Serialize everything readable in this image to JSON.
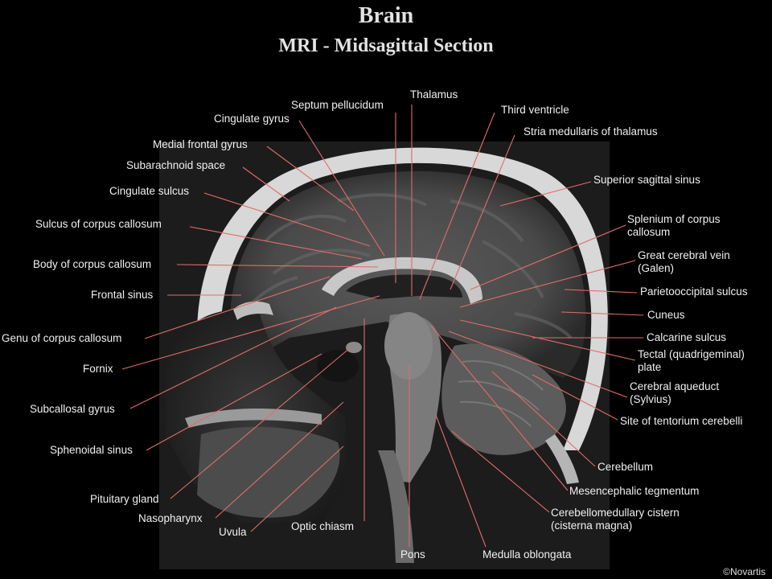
{
  "title": "Brain",
  "subtitle": "MRI - Midsagittal Section",
  "copyright": "©Novartis",
  "labels": {
    "thalamus": "Thalamus",
    "septum_pellucidum": "Septum pellucidum",
    "cingulate_gyrus": "Cingulate gyrus",
    "third_ventricle": "Third ventricle",
    "stria_medullaris": "Stria medullaris of thalamus",
    "medial_frontal_gyrus": "Medial frontal gyrus",
    "subarachnoid_space": "Subarachnoid space",
    "superior_sagittal_sinus": "Superior sagittal sinus",
    "cingulate_sulcus": "Cingulate sulcus",
    "sulcus_corpus_callosum": "Sulcus of corpus callosum",
    "splenium_1": "Splenium of corpus",
    "splenium_2": "callosum",
    "body_corpus_callosum": "Body of corpus callosum",
    "great_cerebral_vein_1": "Great cerebral vein",
    "great_cerebral_vein_2": "(Galen)",
    "frontal_sinus": "Frontal sinus",
    "parietooccipital_sulcus": "Parietooccipital sulcus",
    "cuneus": "Cuneus",
    "genu_corpus_callosum": "Genu of corpus callosum",
    "calcarine_sulcus": "Calcarine sulcus",
    "tectal_plate_1": "Tectal (quadrigeminal)",
    "tectal_plate_2": "plate",
    "fornix": "Fornix",
    "cerebral_aqueduct_1": "Cerebral aqueduct",
    "cerebral_aqueduct_2": "(Sylvius)",
    "subcallosal_gyrus": "Subcallosal gyrus",
    "tentorium": "Site of tentorium cerebelli",
    "sphenoidal_sinus": "Sphenoidal sinus",
    "cerebellum": "Cerebellum",
    "mesencephalic_tegmentum": "Mesencephalic tegmentum",
    "pituitary_gland": "Pituitary gland",
    "cerebellomedullary_1": "Cerebellomedullary cistern",
    "cerebellomedullary_2": "(cisterna magna)",
    "nasopharynx": "Nasopharynx",
    "uvula": "Uvula",
    "optic_chiasm": "Optic chiasm",
    "pons": "Pons",
    "medulla_oblongata": "Medulla oblongata"
  },
  "colors": {
    "background": "#000000",
    "leader_line": "#e06c6c",
    "label_text": "#f0f0f0"
  }
}
